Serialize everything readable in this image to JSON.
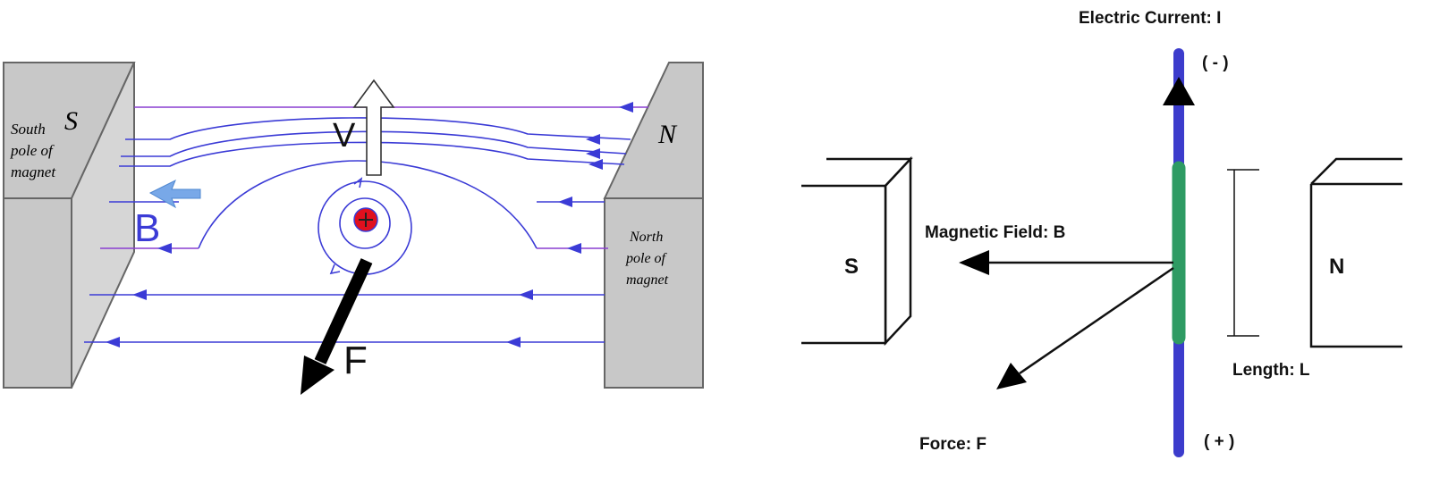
{
  "left_diagram": {
    "south_pole_letter": "S",
    "south_pole_caption": [
      "South",
      "pole of",
      "magnet"
    ],
    "north_pole_letter": "N",
    "north_pole_caption": [
      "North",
      "pole of",
      "magnet"
    ],
    "field_label": "B",
    "velocity_label": "V",
    "force_label": "F",
    "charge_symbol": "+"
  },
  "right_diagram": {
    "current_label": "Electric Current: I",
    "negative_terminal": "( - )",
    "positive_terminal": "( + )",
    "field_label": "Magnetic Field: B",
    "force_label": "Force: F",
    "length_label": "Length: L",
    "south_pole_letter": "S",
    "north_pole_letter": "N"
  },
  "colors": {
    "field_line": "#3b3bd6",
    "field_line_violet": "#8a3fd0",
    "magnet_fill": "#c8c8c8",
    "charge_red": "#e0101e",
    "wire_blue": "#3c3ccc",
    "wire_green": "#2e9b63",
    "field_arrow_light": "#78a8e8"
  }
}
